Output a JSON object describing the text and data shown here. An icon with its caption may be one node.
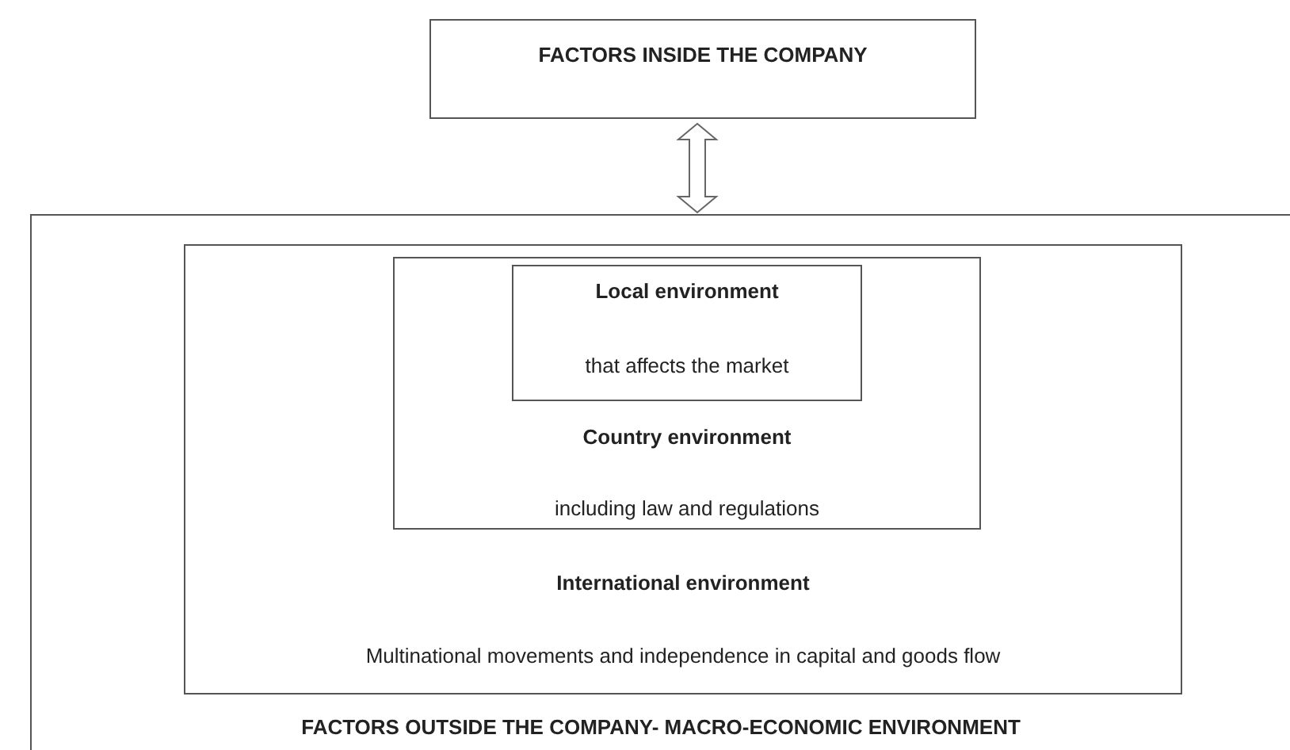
{
  "diagram": {
    "nodes": [
      {
        "text": [
          "FACTORS INSIDE THE COMPANY"
        ]
      },
      {
        "text": [
          "FACTORS OUTSIDE THE COMPANY- MACRO-ECONOMIC ENVIRONMENT"
        ]
      },
      {
        "text": [
          "International environment",
          "Multinational movements and independence in capital and goods flow"
        ],
        "in": 1
      },
      {
        "text": [
          "Country environment",
          "including law and regulations"
        ],
        "in": 2
      },
      {
        "text": [
          "Local environment",
          "that affects the market"
        ],
        "in": 3
      }
    ],
    "edges": [
      {
        "from": 0,
        "to": 1,
        "arrow": "both"
      }
    ]
  }
}
